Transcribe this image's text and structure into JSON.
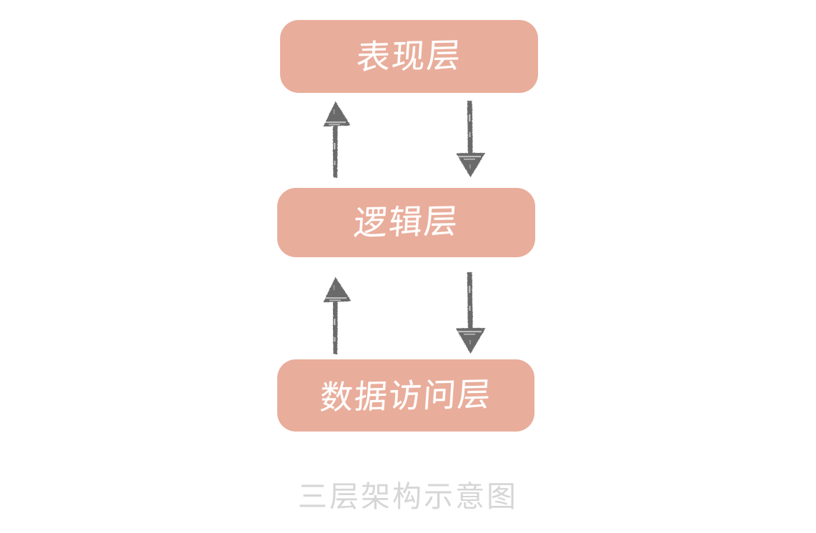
{
  "diagram": {
    "title": "三层架构示意图",
    "background_color": "#FFFFFF",
    "box_color": "#E9AD9B",
    "box_text_color": "#FFFFFF",
    "arrow_color": "#6B6B6B",
    "caption_color": "#D6D6D6",
    "layers": [
      {
        "id": "presentation",
        "label": "表现层"
      },
      {
        "id": "logic",
        "label": "逻辑层"
      },
      {
        "id": "data-access",
        "label": "数据访问层"
      }
    ],
    "connectors": [
      {
        "id": "logic-to-presentation",
        "from": "逻辑层",
        "to": "表现层",
        "direction": "up",
        "side": "left"
      },
      {
        "id": "presentation-to-logic",
        "from": "表现层",
        "to": "逻辑层",
        "direction": "down",
        "side": "right"
      },
      {
        "id": "data-to-logic",
        "from": "数据访问层",
        "to": "逻辑层",
        "direction": "up",
        "side": "left"
      },
      {
        "id": "logic-to-data",
        "from": "逻辑层",
        "to": "数据访问层",
        "direction": "down",
        "side": "right"
      }
    ]
  }
}
